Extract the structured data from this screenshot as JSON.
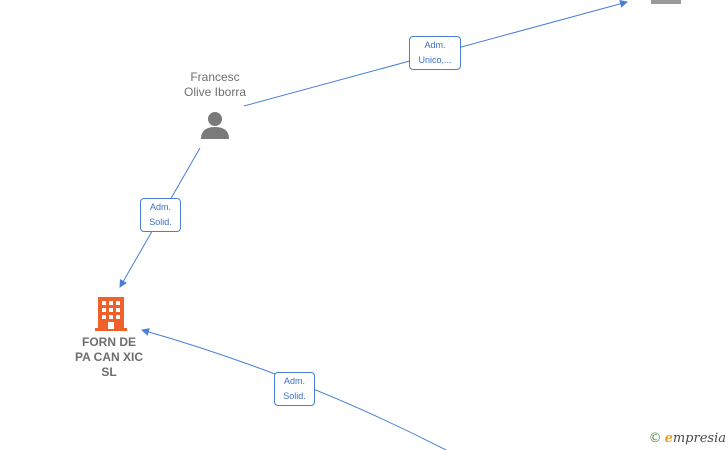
{
  "nodes": {
    "person": {
      "name": "Francesc\nOlive Iborra",
      "icon": "person-icon",
      "color": "#7a7a7a"
    },
    "company": {
      "name": "FORN DE\nPA CAN XIC\nSL",
      "icon": "building-icon",
      "color": "#f0602a"
    }
  },
  "edges": {
    "person_to_company": {
      "label": "Adm.\nSolid."
    },
    "person_to_offscreen": {
      "label": "Adm.\nUnico,..."
    },
    "offscreen_to_company": {
      "label": "Adm.\nSolid."
    }
  },
  "watermark": {
    "copyright": "©",
    "brand_initial": "e",
    "brand_rest": "mpresia"
  },
  "colors": {
    "edge": "#4a7fd4"
  }
}
